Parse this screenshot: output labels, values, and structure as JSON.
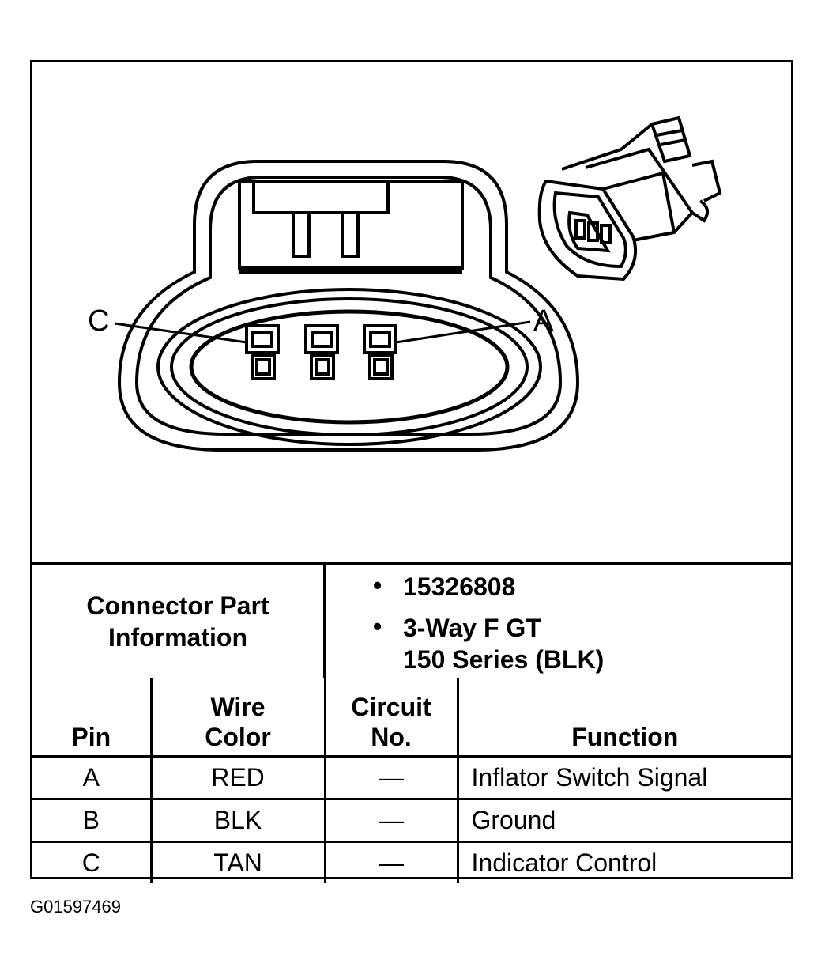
{
  "pins": {
    "left_label": "C",
    "right_label": "A"
  },
  "part_info": {
    "label_line1": "Connector Part",
    "label_line2": "Information",
    "bullet_symbol": "•",
    "item1": "15326808",
    "item2_line1": "3-Way F GT",
    "item2_line2": "150 Series (BLK)"
  },
  "table": {
    "headers": {
      "pin": "Pin",
      "wire_line1": "Wire",
      "wire_line2": "Color",
      "circuit_line1": "Circuit",
      "circuit_line2": "No.",
      "function": "Function"
    },
    "rows": [
      {
        "pin": "A",
        "color": "RED",
        "circuit": "—",
        "function": "Inflator Switch Signal"
      },
      {
        "pin": "B",
        "color": "BLK",
        "circuit": "—",
        "function": "Ground"
      },
      {
        "pin": "C",
        "color": "TAN",
        "circuit": "—",
        "function": "Indicator Control"
      }
    ]
  },
  "figure_id": "G01597469"
}
